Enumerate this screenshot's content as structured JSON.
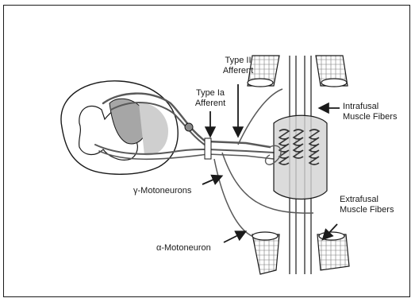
{
  "figure": {
    "title": "",
    "labels": {
      "type_ii_afferent": [
        "Type II",
        "Afferent"
      ],
      "type_ia_afferent": [
        "Type Ia",
        "Afferent"
      ],
      "intrafusal_muscle_fibers": [
        "Intrafusal",
        "Muscle Fibers"
      ],
      "gamma_motoneurons": "γ-Motoneurons",
      "extrafusal_muscle_fibers": [
        "Extrafusal",
        "Muscle Fibers"
      ],
      "alpha_motoneuron": "α-Motoneuron"
    }
  },
  "colors": {
    "ink": "#1a1a1a",
    "grey_matter": "#a6a6a6",
    "spindle_fill": "#d2d2d2",
    "nerve": "#595959",
    "background": "#ffffff"
  },
  "icons": [
    "spinal-cord-cross-section-icon",
    "muscle-spindle-icon",
    "extrafusal-muscle-fiber-icon",
    "label-arrow-icon"
  ]
}
